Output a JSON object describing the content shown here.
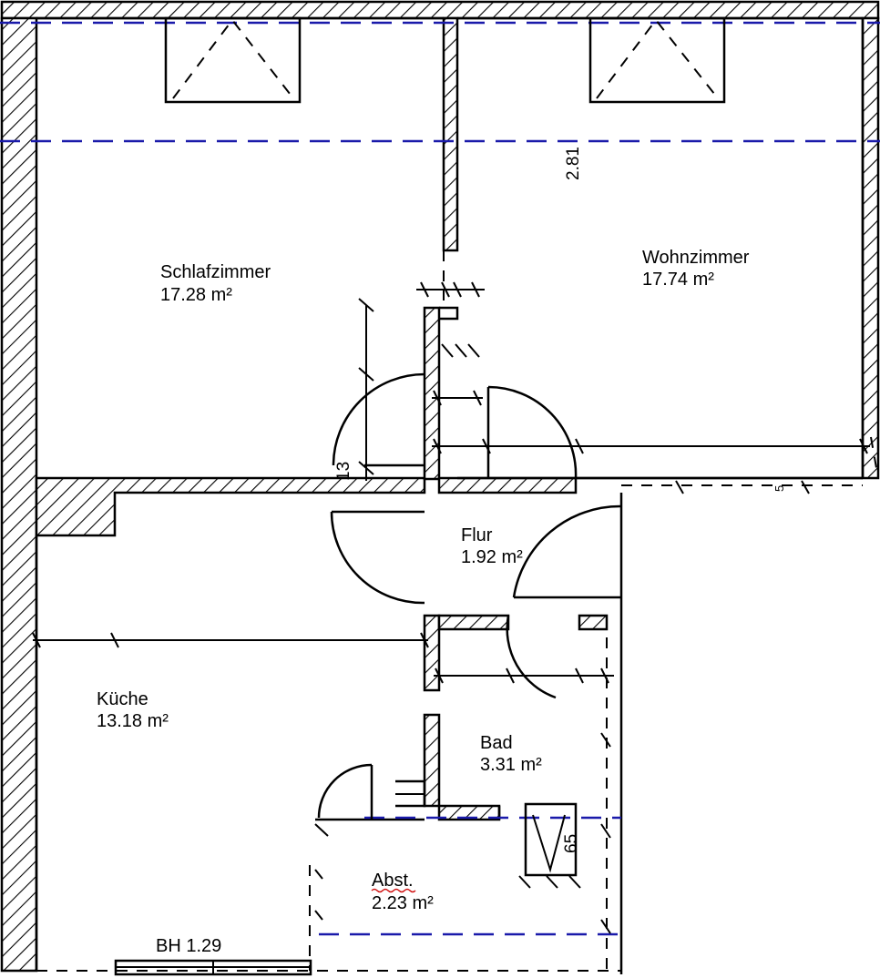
{
  "rooms": {
    "schlafzimmer": {
      "name": "Schlafzimmer",
      "area": "17.28 m²"
    },
    "wohnzimmer": {
      "name": "Wohnzimmer",
      "area": "17.74 m²"
    },
    "flur": {
      "name": "Flur",
      "area": "1.92 m²"
    },
    "kueche": {
      "name": "Küche",
      "area": "13.18 m²"
    },
    "bad": {
      "name": "Bad",
      "area": "3.31 m²"
    },
    "abst": {
      "name": "Abst.",
      "area": "2.23 m²"
    }
  },
  "dimensions": {
    "height_wohn": "2.81",
    "d13": "13",
    "d65": "65",
    "d5": "5",
    "bh": "BH 1.29"
  },
  "colors": {
    "wall_line": "#000000",
    "blue_dash": "#1a1aaa",
    "spell_underline": "#d01010"
  }
}
